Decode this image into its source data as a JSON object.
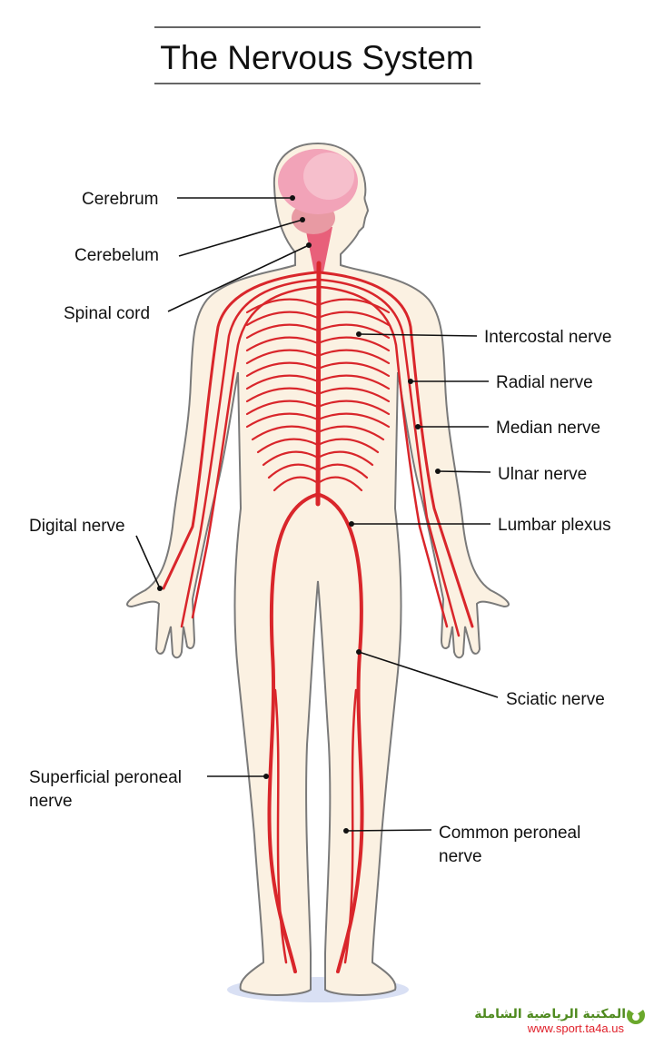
{
  "title": "The Nervous System",
  "labels": {
    "cerebrum": "Cerebrum",
    "cerebelum": "Cerebelum",
    "spinal_cord": "Spinal cord",
    "intercostal": "Intercostal nerve",
    "radial": "Radial nerve",
    "median": "Median nerve",
    "ulnar": "Ulnar nerve",
    "lumbar": "Lumbar plexus",
    "digital": "Digital nerve",
    "sciatic": "Sciatic nerve",
    "superficial_1": "Superficial peroneal",
    "superficial_2": "nerve",
    "common_1": "Common peroneal",
    "common_2": "nerve"
  },
  "watermark": {
    "arabic": "المكتبة الرياضية الشاملة",
    "url": "www.sport.ta4a.us"
  },
  "colors": {
    "nerve": "#d9262b",
    "brain": "#f2a3b8",
    "skin": "#fbf3e6"
  }
}
